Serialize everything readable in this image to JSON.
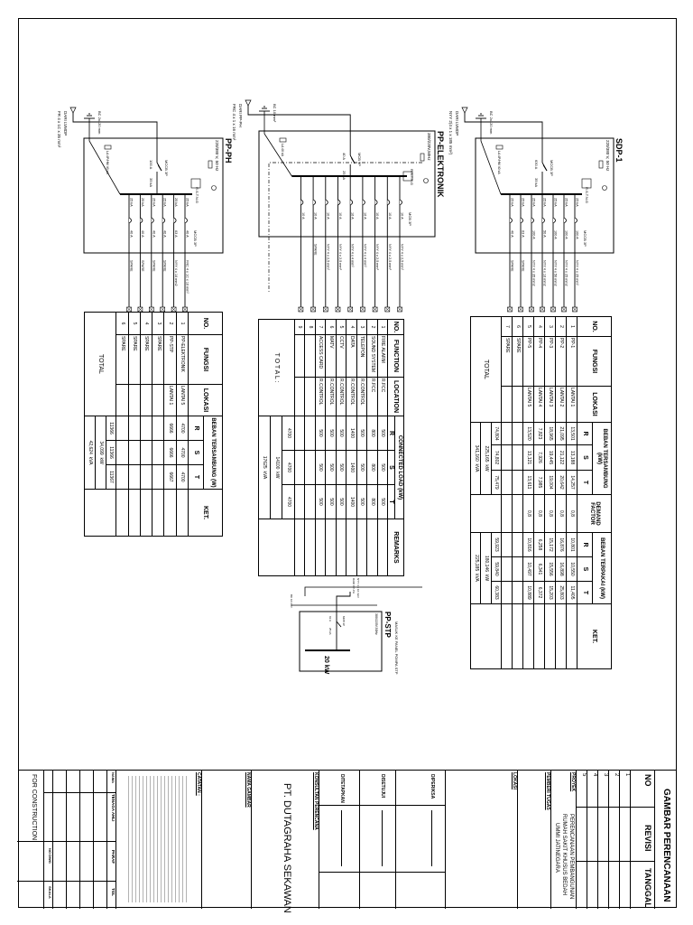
{
  "panels": [
    {
      "id": "sdp-1",
      "title": "SDP-1",
      "voltage": "220/380 V, 50 Hz",
      "source": "DARI LVMDP",
      "incoming_cable": "NYY 2(4 x 1 x 185 mm²)",
      "main_breaker": "MCCB 3P",
      "main_rating": "630 A",
      "main_kA": "35 kA",
      "ground": "BC 2x120 mm",
      "earth_arrester": "LA 4P/HM 40 kA",
      "bus_label": "R.S.T.N.G",
      "branch_breaker": "MCCB 3P",
      "branches": [
        {
          "ka": "25 kA",
          "rating": "100 A",
          "cable": "NYY 4 x 25 mm²"
        },
        {
          "ka": "25 kA",
          "rating": "100 A",
          "cable": "NYY 4 x 25 mm2"
        },
        {
          "ka": "25 kA",
          "rating": "100 A",
          "cable": "NYY 4 x 50 mm2"
        },
        {
          "ka": "25 kA",
          "rating": "50 A",
          "cable": "NYY 4 x 16 mm2"
        },
        {
          "ka": "25 kA",
          "rating": "100 A",
          "cable": "NYY 4 x 35 mm2"
        },
        {
          "ka": "25 kA",
          "rating": "63 A",
          "cable": "SPARE"
        },
        {
          "ka": "25 kA",
          "rating": "40 A",
          "cable": "SPARE"
        }
      ]
    },
    {
      "id": "pp-elektronik",
      "title": "PP-ELEKTRONIK",
      "voltage": "380/220V,50Hz",
      "source": "DARI PP-PH",
      "incoming_cable": "FRC 4 x 1 x 16 mm²",
      "main_breaker": "MCB 3P",
      "main_rating": "40 A",
      "main_kA": "25 kA",
      "ground": "BC 10 mm²",
      "earth_arrester": "LA 40 kA",
      "bus_label": "R.S.T.N.G",
      "branch_breaker": "MCB 3P",
      "branches": [
        {
          "ka": "",
          "rating": "10 A",
          "cable": "NYY 4 x 2,5 mm²"
        },
        {
          "ka": "",
          "rating": "10 A",
          "cable": "NYY 4 x 2,5 mm²"
        },
        {
          "ka": "",
          "rating": "10 A",
          "cable": "NYY 4 x 2,5 mm²"
        },
        {
          "ka": "",
          "rating": "16 A",
          "cable": "NYY 4 x 4 mm²"
        },
        {
          "ka": "",
          "rating": "16 A",
          "cable": "NYY 4 x 4 mm²"
        },
        {
          "ka": "",
          "rating": "10 A",
          "cable": "NYY 4 x 2,5 mm²"
        },
        {
          "ka": "",
          "rating": "10 A",
          "cable": "NYY 4 x 2,5 mm²"
        },
        {
          "ka": "",
          "rating": "10 A",
          "cable": "SPARE"
        },
        {
          "ka": "",
          "rating": "10 A",
          "cable": ""
        }
      ]
    },
    {
      "id": "pp-ph",
      "title": "PP-PH",
      "voltage": "220/380 V, 50 Hz",
      "source": "DARI LVMDP",
      "incoming_cable": "FR 4 x 1C x 35 mm²",
      "main_breaker": "MCCB 3P",
      "main_rating": "100 A",
      "main_kA": "35 kA",
      "ground": "BC 2x120 mm",
      "earth_arrester": "LA 4P/HM 40 kA",
      "bus_label": "R.S.T.N.G",
      "branch_breaker": "MCCB 3P",
      "branches": [
        {
          "ka": "25 kA",
          "rating": "40 A",
          "cable": "FRC 4 x 1C x 16 mm²"
        },
        {
          "ka": "25 kA",
          "rating": "63 A",
          "cable": "NYY 4 x 16 mm2"
        },
        {
          "ka": "25 kA",
          "rating": "40 A",
          "cable": "SPARE"
        },
        {
          "ka": "25 kA",
          "rating": "40 A",
          "cable": "SPARE"
        },
        {
          "ka": "25 kA",
          "rating": "40 A",
          "cable": "SPARE"
        },
        {
          "ka": "25 kA",
          "rating": "40 A",
          "cable": "SPARE"
        }
      ]
    }
  ],
  "pp_stp": {
    "title": "PP-STP",
    "voltage": "380/220V,50Hz",
    "incoming_cable": "NYY 4 x 16 mm²",
    "source": "DARI PP-PH",
    "main_breaker": "MCB 3P",
    "main_rating": "63 A",
    "main_kA": "25 kA",
    "ground": "BC 10 mm²",
    "load": "20 kW",
    "outgoing_note": "MASUK KE PANEL POMPA STP"
  },
  "tables": {
    "sdp": {
      "headers": {
        "no": "NO.",
        "fungsi": "FUNGSI",
        "lokasi": "LOKASI",
        "group1": "BEBAN TERSAMBUNG (kW)",
        "demand": "DEMAND FACTOR",
        "group2": "BEBAN TERPAKAI (kW)",
        "ket": "KET."
      },
      "phases": [
        "R",
        "S",
        "T"
      ],
      "rows": [
        [
          "1",
          "PP-1",
          "LANTAI 1",
          "13,501",
          "13,188",
          "14,257",
          "0,8",
          "10,801",
          "10,550",
          "11,405"
        ],
        [
          "2",
          "PP-2",
          "LANTAI 2",
          "21,095",
          "21,122",
          "20,642",
          "0,8",
          "16,876",
          "16,898",
          "25,803"
        ],
        [
          "3",
          "PP-3",
          "LANTAI 3",
          "18,965",
          "19,445",
          "19,004",
          "0,8",
          "15,172",
          "15,556",
          "15,203"
        ],
        [
          "4",
          "PP-4",
          "LANTAI 4",
          "7,823",
          "7,926",
          "7,985",
          "0,8",
          "6,258",
          "6,341",
          "6,372"
        ],
        [
          "5",
          "PP-5",
          "LANTAI 5",
          "13,520",
          "13,121",
          "13,611",
          "0,8",
          "10,816",
          "10,497",
          "10,889"
        ],
        [
          "6",
          "SPARE",
          "",
          "",
          "",
          "",
          "",
          "",
          "",
          ""
        ],
        [
          "7",
          "SPARE",
          "",
          "",
          "",
          "",
          "",
          "",
          "",
          ""
        ]
      ],
      "total_label": "TOTAL",
      "total1": {
        "phases": [
          "74,804",
          "74,802",
          "75,479"
        ],
        "kw": "225,165",
        "kw_unit": "kW",
        "kva": "341,160",
        "kva_unit": "kVA"
      },
      "total2": {
        "phases": [
          "59,923",
          "59,840",
          "60,383"
        ],
        "kw": "180,146",
        "kw_unit": "kW",
        "kva": "225,185",
        "kva_unit": "kVA"
      }
    },
    "ppel": {
      "headers": {
        "no": "NO.",
        "fungsi": "FUNCTION",
        "lokasi": "LOCATION",
        "group1": "CONNECTED LOAD (kW)",
        "ket": "REMARKS"
      },
      "phases": [
        "R",
        "S",
        "T"
      ],
      "rows": [
        [
          "1",
          "FIRE ALARM",
          "R.FCC",
          "500",
          "500",
          "500"
        ],
        [
          "2",
          "SOUND SYSTEM",
          "R.FCC",
          "800",
          "800",
          "800"
        ],
        [
          "3",
          "TELEPON",
          "R.CONTROL",
          "500",
          "500",
          "500"
        ],
        [
          "4",
          "DATA",
          "R.CONTROL",
          "1400",
          "1400",
          "1400"
        ],
        [
          "5",
          "CCTV",
          "R.CONTROL",
          "500",
          "500",
          "500"
        ],
        [
          "6",
          "MATV",
          "R.CONTROL",
          "500",
          "500",
          "500"
        ],
        [
          "7",
          "ACCESS CARD",
          "R.CONTROL",
          "500",
          "500",
          "500"
        ],
        [
          "8",
          "",
          "",
          "",
          "",
          ""
        ],
        [
          "9",
          "",
          "",
          "",
          "",
          ""
        ]
      ],
      "total_label": "T O T A L :",
      "total1": {
        "phases": [
          "4700",
          "4700",
          "4700"
        ],
        "kw": "14100",
        "kw_unit": "kW",
        "kva": "17625",
        "kva_unit": "kVA"
      }
    },
    "ppph": {
      "headers": {
        "no": "NO.",
        "fungsi": "FUNGSI",
        "lokasi": "LOKASI",
        "group1": "BEBAN TERSAMBUNG (W)",
        "ket": "KET."
      },
      "phases": [
        "R",
        "S",
        "T"
      ],
      "rows": [
        [
          "1",
          "PP-ELEKTRONIK",
          "LANTAI 5",
          "4700",
          "4700",
          "4700"
        ],
        [
          "2",
          "PP-STP",
          "LANTAI 1",
          "6666",
          "6666",
          "6667"
        ],
        [
          "3",
          "SPARE",
          "",
          "",
          "",
          ""
        ],
        [
          "4",
          "SPARE",
          "",
          "",
          "",
          ""
        ],
        [
          "5",
          "SPARE",
          "",
          "",
          "",
          ""
        ],
        [
          "6",
          "SPARE",
          "",
          "",
          "",
          ""
        ]
      ],
      "total_label": "TOTAL",
      "total1": {
        "phases": [
          "11366",
          "11366",
          "11367"
        ],
        "kw": "34,099",
        "kw_unit": "kW",
        "kva": "42,624",
        "kva_unit": "kVA"
      }
    }
  },
  "title_block": {
    "header": "GAMBAR PERENCANAAN",
    "rev_headers": [
      "NO",
      "REVISI",
      "TANGGAL"
    ],
    "rev_rows": [
      "1",
      "2",
      "3",
      "4",
      "5"
    ],
    "proyek_label": "PROYEK",
    "proyek_lines": [
      "PERENCANAAN PEMBANGUNAN",
      "RUMAH SAKIT KHUSUS BEDAH",
      "UMMI JATINEGARA"
    ],
    "pemberi_tugas": "PEMBERI TUGAS",
    "lokasi": "LOKASI",
    "diperiksa": "DIPERIKSA",
    "disetujui": "DISETUJUI",
    "ditetapkan": "DITETAPKAN",
    "konsultan": "KONSULTAN PERENCANA",
    "company": "PT. DUTAGRAHA SEKAWAN",
    "nama_gambar": "NAMA GAMBAR",
    "catatan": "CATATAN :",
    "staff_headers": [
      "NAMA",
      "TENAGA AHLI",
      "PARAF",
      "TGL"
    ],
    "no_dwg": "NO DWG",
    "skala": "SKALA",
    "status": "FOR CONSTRUCTION"
  }
}
